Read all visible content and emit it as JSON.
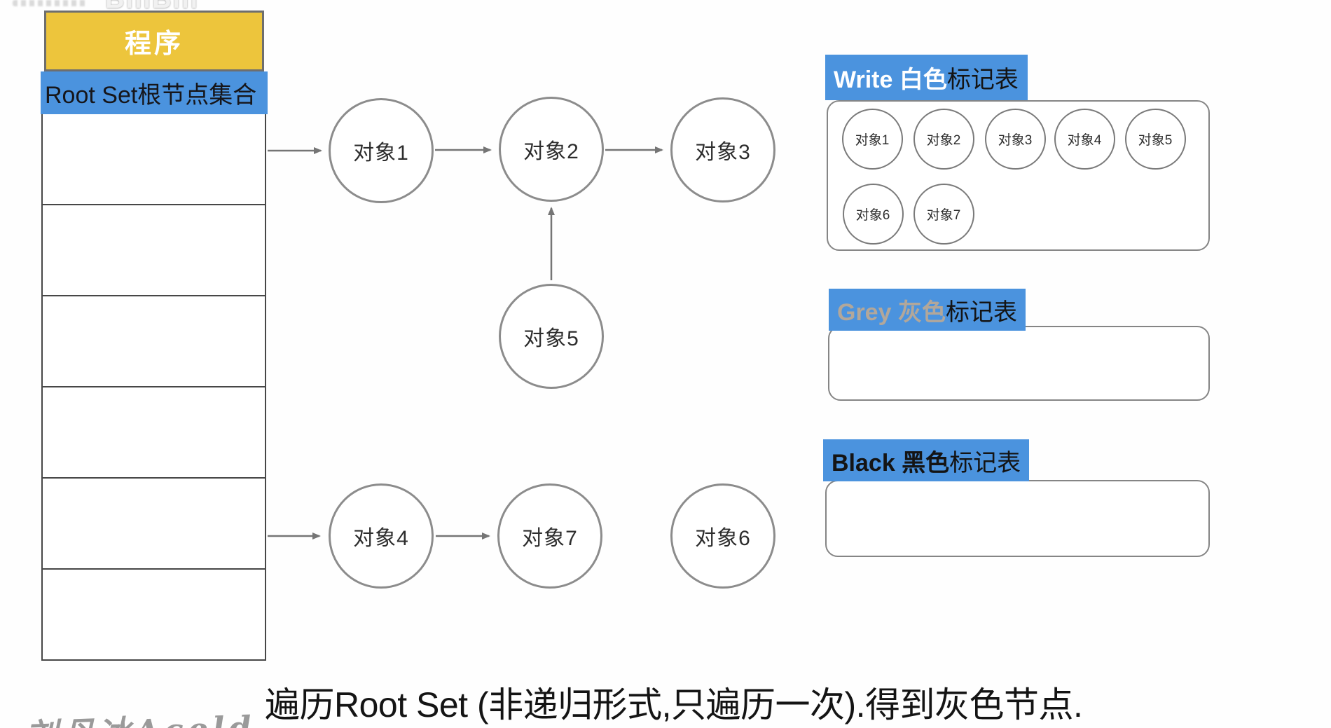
{
  "watermark": {
    "logo": "BiliBili"
  },
  "program_stack": {
    "header": "程序",
    "root_set_label": "Root Set根节点集合",
    "row_count": 6
  },
  "graph": {
    "nodes": [
      {
        "id": "obj1",
        "label": "对象1"
      },
      {
        "id": "obj2",
        "label": "对象2"
      },
      {
        "id": "obj3",
        "label": "对象3"
      },
      {
        "id": "obj4",
        "label": "对象4"
      },
      {
        "id": "obj5",
        "label": "对象5"
      },
      {
        "id": "obj6",
        "label": "对象6"
      },
      {
        "id": "obj7",
        "label": "对象7"
      }
    ],
    "edges": [
      {
        "from": "root_set",
        "to": "obj1"
      },
      {
        "from": "obj1",
        "to": "obj2"
      },
      {
        "from": "obj2",
        "to": "obj3"
      },
      {
        "from": "obj5",
        "to": "obj2"
      },
      {
        "from": "root_set",
        "to": "obj4"
      },
      {
        "from": "obj4",
        "to": "obj7"
      }
    ]
  },
  "marking_tables": {
    "white": {
      "title_main": "Write 白色",
      "title_suffix": "标记表",
      "items": [
        "对象1",
        "对象2",
        "对象3",
        "对象4",
        "对象5",
        "对象6",
        "对象7"
      ]
    },
    "grey": {
      "title_main": "Grey 灰色",
      "title_suffix": "标记表",
      "items": []
    },
    "black": {
      "title_main": "Black 黑色",
      "title_suffix": "标记表",
      "items": []
    }
  },
  "caption": "遍历Root Set (非递归形式,只遍历一次).得到灰色节点.",
  "signature": "刘丹冰Aceld",
  "colors": {
    "highlight_blue": "#4b93de",
    "program_yellow": "#edc53c",
    "grey_title": "#b2a79a",
    "line_grey": "#8c8c8c",
    "table_border": "#474747"
  }
}
